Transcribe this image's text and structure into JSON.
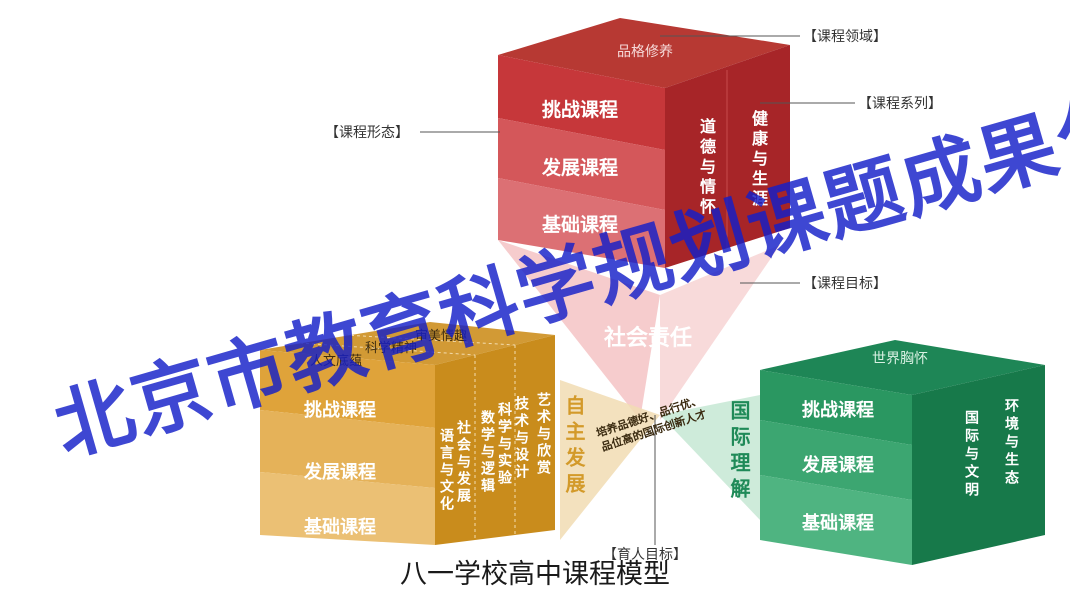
{
  "callouts": {
    "domain": "【课程领域】",
    "series": "【课程系列】",
    "form": "【课程形态】",
    "goal": "【课程目标】",
    "education_goal": "【育人目标】"
  },
  "center_text": {
    "line1": "培养品德好、品行优、",
    "line2": "品位高的国际创新人才"
  },
  "red_cube": {
    "top_label": "品格修养",
    "levels": [
      "挑战课程",
      "发展课程",
      "基础课程"
    ],
    "side_columns": [
      "道德与情怀",
      "健康与生涯"
    ],
    "goal_label": "社会责任",
    "colors": {
      "top": "#b83a33",
      "front": "#c8343a",
      "side": "#a32226"
    }
  },
  "orange_cube": {
    "top_labels": [
      "审美情趣",
      "科学精神",
      "人文底蕴"
    ],
    "levels": [
      "挑战课程",
      "发展课程",
      "基础课程"
    ],
    "side_columns": [
      "语言与文化",
      "社会与发展",
      "数学与逻辑",
      "科学与实验",
      "技术与设计",
      "艺术与欣赏"
    ],
    "goal_label": "自主发展",
    "colors": {
      "top": "#d6a03a",
      "front": "#e0a83a",
      "side": "#c98d1c"
    }
  },
  "green_cube": {
    "top_label": "世界胸怀",
    "levels": [
      "挑战课程",
      "发展课程",
      "基础课程"
    ],
    "side_columns": [
      "国际与文明",
      "环境与生态"
    ],
    "goal_label": "国际理解",
    "colors": {
      "top": "#1f8a58",
      "front": "#2a9963",
      "side": "#1a7a4c"
    }
  },
  "caption": "八一学校高中课程模型",
  "watermark": "北京市教育科学规划课题成果公报"
}
